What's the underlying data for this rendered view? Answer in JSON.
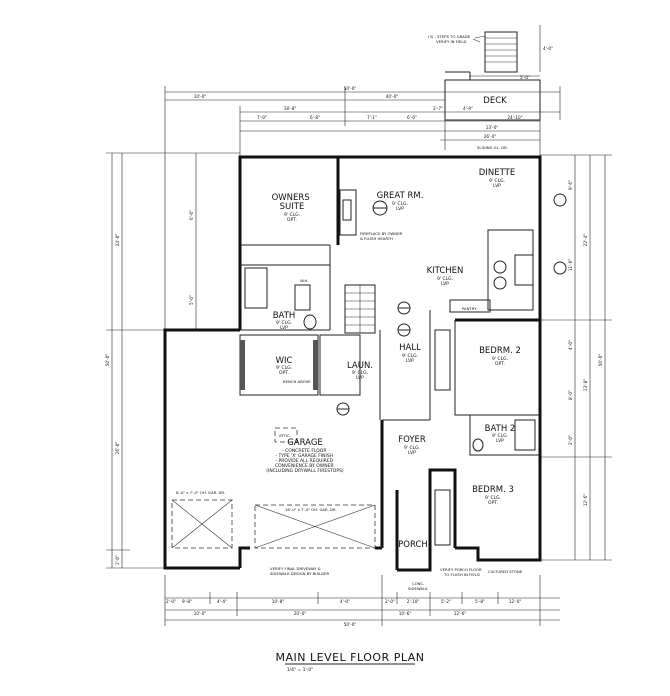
{
  "title": "MAIN LEVEL FLOOR PLAN",
  "scale": "1/4\" = 1'-0\"",
  "deck": "DECK",
  "stairs_note": "(3) - STEPS TO GRADE\nVERIFY IN FIELD",
  "rooms": {
    "dinette": "DINETTE",
    "owners": "OWNERS\nSUITE",
    "great": "GREAT RM.",
    "kitchen": "KITCHEN",
    "bath": "BATH",
    "wic": "WIC",
    "laun": "LAUN.",
    "hall": "HALL",
    "bedrm2": "BEDRM. 2",
    "bath2": "BATH 2",
    "foyer": "FOYER",
    "bedrm3": "BEDRM. 3",
    "porch": "PORCH",
    "garage": "GARAGE"
  },
  "ceiling": {
    "owners": "9' CLG.\nOPT.",
    "great": "9' CLG.\nLVP",
    "kitchen": "9' CLG.\nLVP",
    "dinette": "9' CLG.\nLVP",
    "bedrm2": "9' CLG.\nOPT.",
    "bedrm3": "9' CLG.\nOPT.",
    "foyer": "9' CLG.\nLVP",
    "hall": "9' CLG.\nLVP",
    "laun": "9' CLG.\nLVP",
    "bath": "9' CLG.\nLVP",
    "wic": "9' CLG.\nOPT.",
    "bath2": "9' CLG.\nLVP"
  },
  "garage_notes": "- CONCRETE FLOOR\n- TYPE 'X' GARAGE FINISH\n- PROVIDE ALL REQUIRED\nCONVENIENCE BY OWNER\n(INCLUDING DRYWALL FIRESTOPS)",
  "garage_doors": {
    "left": "8'-0\" x 7'-0\" OH. GAR. DR.",
    "right": "16'-0\" x 7'-0\" OH. GAR. DR."
  },
  "notes": {
    "fireplace": "FIREPLACE BY OWNER\n& FLUSH HEARTH",
    "attic": "ATTIC",
    "verify_drive": "VERIFY FINAL DRIVEWAY &\nSIDEWALK DESIGN BY BUILDER",
    "conc_sidewalk": "CONC.\nSIDEWALK",
    "verify_porch": "VERIFY PORCH FLOOR\nTO FLUSH IN FIELD",
    "cultured": "CULTURED STONE",
    "sliding": "SLIDING GL. DR.",
    "pantry": "PANTRY",
    "wh": "W.H.",
    "bench": "BENCH ABOVE"
  },
  "dims_top": [
    "10'-0\"",
    "50'-0\"",
    "40'-0\"",
    "18'-8\"",
    "7'-0\"",
    "6'-8\"",
    "7'-1\"",
    "6'-0\"",
    "2'-7\"",
    "4'-9\"",
    "13'-0\"",
    "26'-0\"",
    "24'-10\"",
    "5'-0\"",
    "4'-0\""
  ],
  "dims_bottom": [
    "2'-0\"",
    "9'-8\"",
    "4'-4\"",
    "10'-8\"",
    "4'-0\"",
    "20'-0\"",
    "10'-0\"",
    "2'-0\"",
    "2'-10\"",
    "5'-2\"",
    "5'-8\"",
    "12'-0\"",
    "12'-6\"",
    "10'-6\"",
    "50'-0\""
  ],
  "dims_left": [
    "24'-0\"",
    "50'-0\"",
    "26'-0\"",
    "6'-6\"",
    "2'-0\"",
    "5'-0\""
  ],
  "dims_right": [
    "9'-6\"",
    "11'-6\"",
    "22'-4\"",
    "50'-0\"",
    "12'-6\"",
    "13'-8\"",
    "2'-0\"",
    "4'-0\"",
    "8'-0\""
  ]
}
